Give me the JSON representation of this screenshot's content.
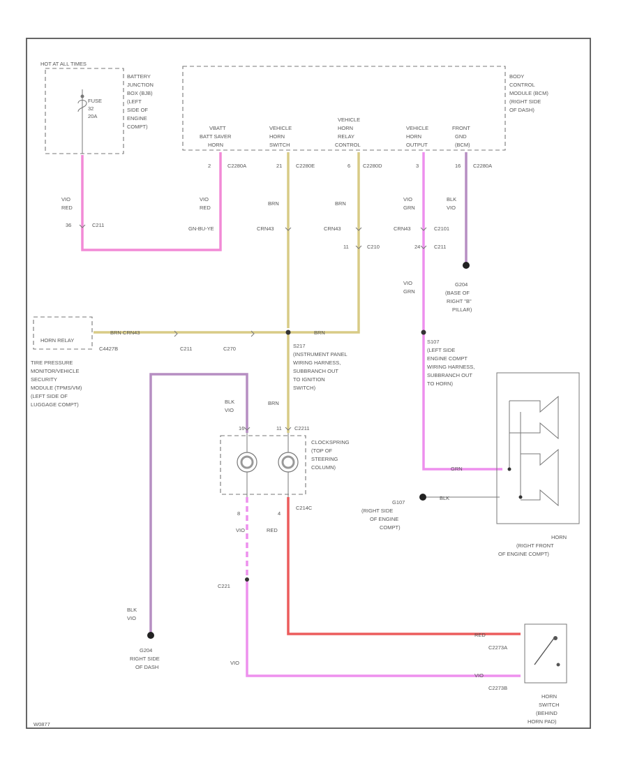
{
  "fuse_box": {
    "hot_label": "HOT AT ALL TIMES",
    "fuse": [
      "FUSE",
      "32",
      "20A"
    ],
    "location": [
      "BATTERY",
      "JUNCTION",
      "BOX (BJB)",
      "(LEFT",
      "SIDE OF",
      "ENGINE",
      "COMPT)"
    ]
  },
  "bcm": {
    "location": [
      "BODY",
      "CONTROL",
      "MODULE (BCM)",
      "(RIGHT SIDE",
      "OF DASH)"
    ],
    "pins": {
      "vbatt": [
        "VBATT",
        "BATT SAVER",
        "HORN"
      ],
      "horn_switch": [
        "VEHICLE",
        "HORN",
        "SWITCH"
      ],
      "horn_relay": [
        "VEHICLE",
        "HORN",
        "RELAY",
        "CONTROL"
      ],
      "horn_output": [
        "VEHICLE",
        "HORN",
        "OUTPUT"
      ],
      "ground": [
        "FRONT",
        "GND",
        "(BCM)"
      ]
    },
    "pin_numbers": [
      "2",
      "21",
      "6",
      "3",
      "16"
    ],
    "connectors": [
      "C2280A",
      "C2280E",
      "C2280D",
      "C2280A"
    ]
  },
  "wires": {
    "vio_red": [
      "VIO",
      "RED"
    ],
    "gn_bu_ye": "GN-BU-YE",
    "brn": "BRN",
    "vio_grn": [
      "VIO",
      "GRN"
    ],
    "blk_vio": [
      "BLK",
      "VIO"
    ],
    "red": "RED",
    "vio": "VIO",
    "blk": "BLK",
    "brn_long": "BRN  CRN43",
    "splice_brn": "BRN"
  },
  "connectors": {
    "c211_left": "C211",
    "c211_right": "C211",
    "c210": "C210",
    "c270": "C270",
    "c2211": "C2211",
    "c2101": "C2101",
    "crn43a": "CRN43",
    "crn43b": "CRN43",
    "crn43c": "CRN43",
    "c2427b": "C4427B",
    "pin36": "36",
    "pin11": "11",
    "pin24": "24",
    "pin11b": "11",
    "pin16": "16",
    "pin8": "8",
    "pin4": "4",
    "c2214c": "C214C",
    "c2273a": "C2273A",
    "c2273b": "C2273B",
    "c221": "C221"
  },
  "horn_relay": {
    "label": "HORN RELAY"
  },
  "tpms": {
    "label": [
      "TIRE PRESSURE",
      "MONITOR/VEHICLE",
      "SECURITY",
      "MODULE (TPMS/VM)",
      "(LEFT SIDE OF",
      "LUGGAGE COMPT)"
    ]
  },
  "splices": {
    "s217": [
      "S217",
      "(INSTRUMENT PANEL",
      "WIRING HARNESS,",
      "SUBBRANCH OUT",
      "TO IGNITION",
      "SWITCH)"
    ],
    "s107": [
      "S107",
      "(LEFT SIDE",
      "ENGINE COMPT",
      "WIRING HARNESS,",
      "SUBBRANCH OUT",
      "TO HORN)"
    ]
  },
  "grounds": {
    "g204_top": [
      "G204",
      "(BASE OF",
      "RIGHT \"B\"",
      "PILLAR)"
    ],
    "g107": [
      "G107",
      "(RIGHT SIDE",
      "OF ENGINE",
      "COMPT)"
    ],
    "g204_bottom": [
      "G204",
      "RIGHT SIDE",
      "OF DASH"
    ],
    "g204_label": "G204"
  },
  "clockspring": {
    "label": [
      "CLOCKSPRING",
      "(TOP OF",
      "STEERING",
      "COLUMN)"
    ]
  },
  "horn": {
    "label": [
      "HORN",
      "(RIGHT FRONT",
      "OF ENGINE COMPT)"
    ]
  },
  "horn_switch": {
    "label": [
      "HORN",
      "SWITCH",
      "(BEHIND",
      "HORN PAD)"
    ]
  },
  "footer": "W0877",
  "colors": {
    "pink": "#f28ad6",
    "yellow": "#d8cb86",
    "violet": "#b68ec2",
    "red": "#ec5c5c",
    "light_pink": "#ee90ee"
  }
}
